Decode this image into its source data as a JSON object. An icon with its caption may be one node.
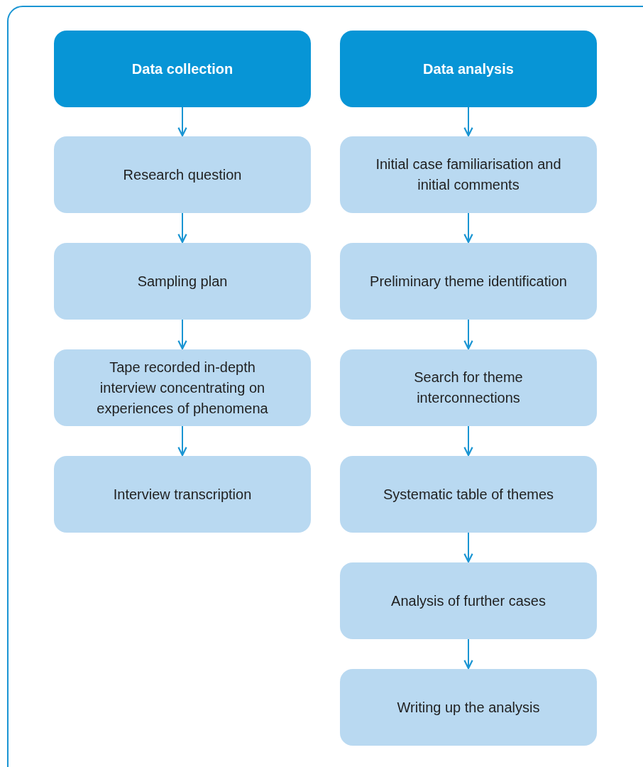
{
  "diagram": {
    "nodes": [
      {
        "text": [
          "Data collection"
        ]
      },
      {
        "text": [
          "Research question"
        ]
      },
      {
        "text": [
          "Sampling plan"
        ]
      },
      {
        "text": [
          "Tape recorded in-depth interview concentrating on experiences of phenomena"
        ]
      },
      {
        "text": [
          "Interview transcription"
        ]
      },
      {
        "text": [
          "Data analysis"
        ]
      },
      {
        "text": [
          "Initial case familiarisation and initial comments"
        ]
      },
      {
        "text": [
          "Preliminary theme identification"
        ]
      },
      {
        "text": [
          "Search for theme interconnections"
        ]
      },
      {
        "text": [
          "Systematic table of themes"
        ]
      },
      {
        "text": [
          "Analysis of further cases"
        ]
      },
      {
        "text": [
          "Writing up the analysis"
        ]
      }
    ],
    "edges": [
      {
        "from": 0,
        "to": 1,
        "arrow": "to"
      },
      {
        "from": 1,
        "to": 2,
        "arrow": "to"
      },
      {
        "from": 2,
        "to": 3,
        "arrow": "to"
      },
      {
        "from": 3,
        "to": 4,
        "arrow": "to"
      },
      {
        "from": 5,
        "to": 6,
        "arrow": "to"
      },
      {
        "from": 6,
        "to": 7,
        "arrow": "to"
      },
      {
        "from": 7,
        "to": 8,
        "arrow": "to"
      },
      {
        "from": 8,
        "to": 9,
        "arrow": "to"
      },
      {
        "from": 9,
        "to": 10,
        "arrow": "to"
      },
      {
        "from": 10,
        "to": 11,
        "arrow": "to"
      }
    ]
  }
}
